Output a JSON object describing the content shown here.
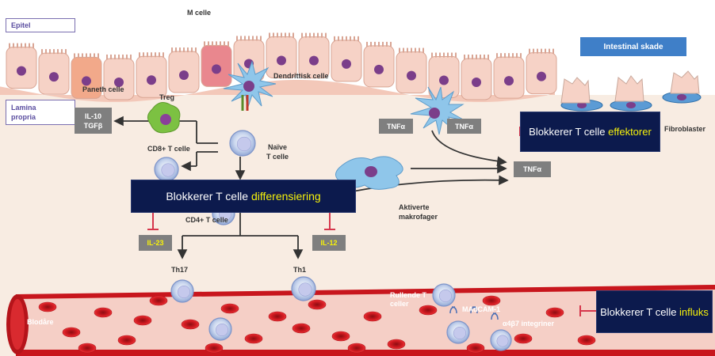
{
  "labels": {
    "epitel": "Epitel",
    "lamina": "Lamina\npropria",
    "m_cell": "M celle",
    "paneth": "Paneth celle",
    "dendritic": "Dendrittisk celle",
    "treg": "Treg",
    "il10": "IL-10\nTGFβ",
    "cd8": "CD8+ T celle",
    "naive": "Naïve\nT celle",
    "cd4": "CD4+ T celle",
    "il23": "IL-23",
    "il12": "IL-12",
    "th17": "Th17",
    "th1": "Th1",
    "tnfa1": "TNFα",
    "tnfa2": "TNFα",
    "tnfa3": "TNFα",
    "makrofager": "Aktiverte\nmakrofager",
    "fibroblaster": "Fibroblaster",
    "intestinal": "Intestinal skade",
    "rullende": "Rullende T\nceller",
    "madcam": "MAdCAM-1",
    "integriner": "α4β7 integriner",
    "blodare": "Blodåre"
  },
  "blocks": {
    "differensiering_prefix": "Blokkerer T celle ",
    "differensiering_hl": "differensiering",
    "effektorer_prefix": "Blokkerer T celle ",
    "effektorer_hl": "effektorer",
    "influks_prefix": "Blokkerer T celle ",
    "influks_hl": "influks"
  },
  "colors": {
    "tissue": "#f8ece2",
    "cell_fill": "#f6d2c6",
    "nucleus": "#7b3e8a",
    "navy": "#0c1a4d",
    "highlight": "#f7f20a",
    "vessel": "#c8161d",
    "inhibit": "#d6364c"
  }
}
